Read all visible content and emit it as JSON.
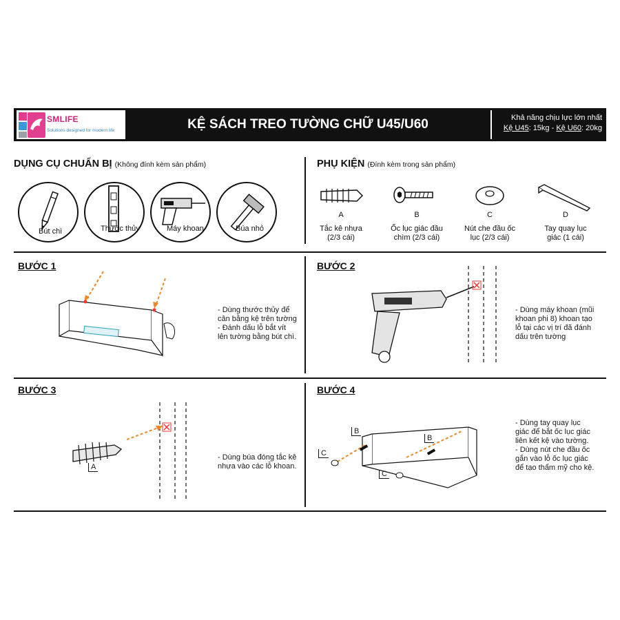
{
  "header": {
    "brand": "SMLIFE",
    "tagline": "Solutions designed for modern life",
    "title": "KỆ SÁCH TREO TƯỜNG CHỮ U45/U60",
    "capacity_line1": "Khả năng chịu lực lớn nhất",
    "capacity_u45_label": "Kệ U45",
    "capacity_u45_value": ": 15kg - ",
    "capacity_u60_label": "Kệ U60",
    "capacity_u60_value": ": 20kg"
  },
  "tools": {
    "title": "DỤNG CỤ CHUẨN BỊ",
    "subtitle": "(Không đính kèm sản phẩm)",
    "items": [
      {
        "label": "Bút chì",
        "icon": "pencil-icon"
      },
      {
        "label": "Thước thủy",
        "icon": "spirit-level-icon"
      },
      {
        "label": "Máy khoan",
        "icon": "drill-icon"
      },
      {
        "label": "Búa nhỏ",
        "icon": "hammer-icon"
      }
    ]
  },
  "accessories": {
    "title": "PHỤ KIỆN",
    "subtitle": "(Đính kèm trong sản phẩm)",
    "items": [
      {
        "letter": "A",
        "line1": "Tắc kê nhựa",
        "line2": "(2/3 cái)",
        "icon": "wall-plug-icon"
      },
      {
        "letter": "B",
        "line1": "Ốc lục giác đầu",
        "line2": "chìm (2/3 cái)",
        "icon": "hex-screw-icon"
      },
      {
        "letter": "C",
        "line1": "Nút che đầu ốc",
        "line2": "lục (2/3 cái)",
        "icon": "screw-cap-icon"
      },
      {
        "letter": "D",
        "line1": "Tay quay lục",
        "line2": "giác (1 cái)",
        "icon": "hex-key-icon"
      }
    ]
  },
  "steps": [
    {
      "title": "BƯỚC 1",
      "lines": [
        "- Dùng thước thủy để",
        "cân bằng kệ trên tường",
        "- Đánh dấu lỗ bắt vít",
        "lên tường bằng bút chì."
      ]
    },
    {
      "title": "BƯỚC 2",
      "lines": [
        "- Dùng máy khoan (mũi",
        "khoan phi 8) khoan tạo",
        "lỗ tại các vị trí đã đánh",
        "dấu trên tường"
      ]
    },
    {
      "title": "BƯỚC 3",
      "lines": [
        "- Dùng búa đóng tắc kê",
        "nhựa vào các lỗ khoan."
      ],
      "tag": "A"
    },
    {
      "title": "BƯỚC 4",
      "lines": [
        "- Dùng tay quay lục",
        "giác để bắt ốc lục giác",
        "liên kết kệ vào tường.",
        "- Dùng nút che đầu ốc",
        "gắn vào lỗ ốc lục giác",
        "để tạo thẩm mỹ cho kệ."
      ],
      "tags": [
        "B",
        "B",
        "C",
        "C"
      ]
    }
  ],
  "colors": {
    "header_bg": "#111111",
    "arrow": "#e8892b",
    "brand_pink": "#c9257a",
    "brand_blue": "#3a84c5"
  }
}
